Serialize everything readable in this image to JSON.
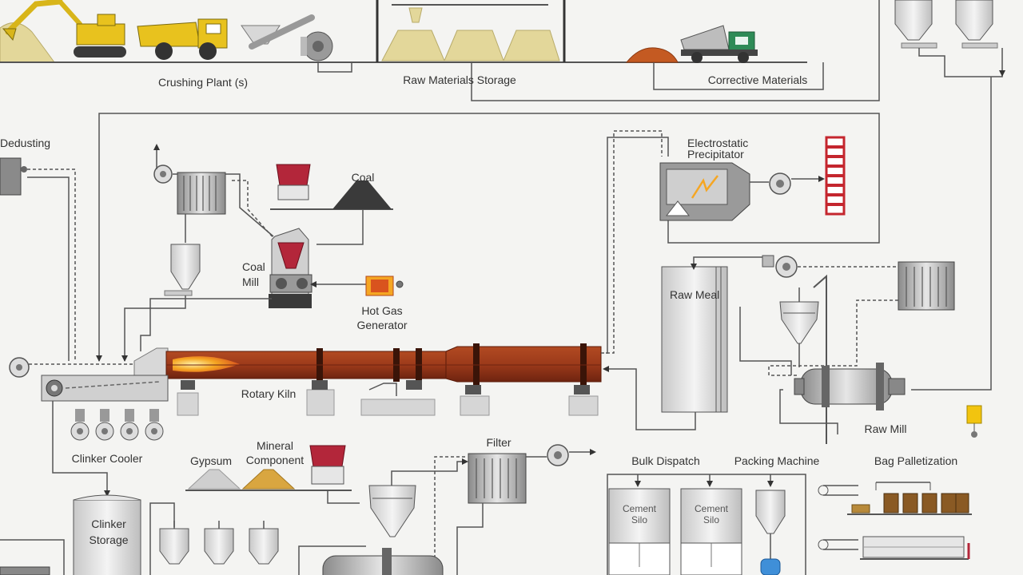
{
  "labels": {
    "crushing_plant": "Crushing Plant (s)",
    "raw_materials_storage": "Raw Materials Storage",
    "corrective_materials": "Corrective Materials",
    "dedusting": "Dedusting",
    "coal": "Coal",
    "electrostatic_precipitator": "Electrostatic\nPrecipitator",
    "coal_mill": "Coal\nMill",
    "hot_gas_generator": "Hot Gas\nGenerator",
    "raw_meal": "Raw Meal",
    "rotary_kiln": "Rotary Kiln",
    "raw_mill": "Raw Mill",
    "clinker_cooler": "Clinker Cooler",
    "gypsum": "Gypsum",
    "mineral_component": "Mineral\nComponent",
    "filter": "Filter",
    "bulk_dispatch": "Bulk Dispatch",
    "packing_machine": "Packing Machine",
    "bag_palletization": "Bag Palletization",
    "clinker_storage": "Clinker\nStorage",
    "cement_silo_1": "Cement\nSilo",
    "cement_silo_2": "Cement\nSilo"
  },
  "colors": {
    "line": "#555555",
    "kiln": "#9c3a1a",
    "kiln_dark": "#6e2410",
    "flame": "#f5a623",
    "equipment": "#9a9a9a",
    "raw_pile": "#e3d79a",
    "truck_yellow": "#e8c21e",
    "hopper_red": "#b3263a",
    "corrective_pile": "#c45a22",
    "coal_pile": "#3a3a3a",
    "mineral_pile": "#d9a640",
    "gypsum_pile": "#cfcfcf",
    "stack_red": "#c4262e",
    "silo_blue": "#3f8fd8"
  }
}
